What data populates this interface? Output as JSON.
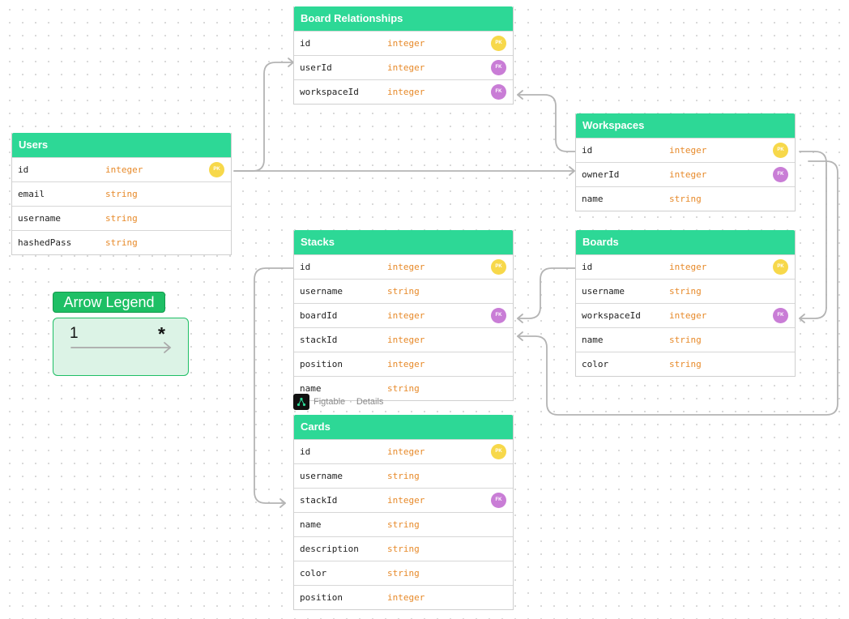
{
  "tables": {
    "users": {
      "title": "Users",
      "rows": [
        {
          "name": "id",
          "type": "integer",
          "key": "PK"
        },
        {
          "name": "email",
          "type": "string"
        },
        {
          "name": "username",
          "type": "string"
        },
        {
          "name": "hashedPass",
          "type": "string"
        }
      ]
    },
    "board_relationships": {
      "title": "Board Relationships",
      "rows": [
        {
          "name": "id",
          "type": "integer",
          "key": "PK"
        },
        {
          "name": "userId",
          "type": "integer",
          "key": "FK"
        },
        {
          "name": "workspaceId",
          "type": "integer",
          "key": "FK"
        }
      ]
    },
    "workspaces": {
      "title": "Workspaces",
      "rows": [
        {
          "name": "id",
          "type": "integer",
          "key": "PK"
        },
        {
          "name": "ownerId",
          "type": "integer",
          "key": "FK"
        },
        {
          "name": "name",
          "type": "string"
        }
      ]
    },
    "stacks": {
      "title": "Stacks",
      "rows": [
        {
          "name": "id",
          "type": "integer",
          "key": "PK"
        },
        {
          "name": "username",
          "type": "string"
        },
        {
          "name": "boardId",
          "type": "integer",
          "key": "FK"
        },
        {
          "name": "stackId",
          "type": "integer"
        },
        {
          "name": "position",
          "type": "integer"
        },
        {
          "name": "name",
          "type": "string"
        }
      ]
    },
    "boards": {
      "title": "Boards",
      "rows": [
        {
          "name": "id",
          "type": "integer",
          "key": "PK"
        },
        {
          "name": "username",
          "type": "string"
        },
        {
          "name": "workspaceId",
          "type": "integer",
          "key": "FK"
        },
        {
          "name": "name",
          "type": "string"
        },
        {
          "name": "color",
          "type": "string"
        }
      ]
    },
    "cards": {
      "title": "Cards",
      "rows": [
        {
          "name": "id",
          "type": "integer",
          "key": "PK"
        },
        {
          "name": "username",
          "type": "string"
        },
        {
          "name": "stackId",
          "type": "integer",
          "key": "FK"
        },
        {
          "name": "name",
          "type": "string"
        },
        {
          "name": "description",
          "type": "string"
        },
        {
          "name": "color",
          "type": "string"
        },
        {
          "name": "position",
          "type": "integer"
        }
      ]
    }
  },
  "legend": {
    "title": "Arrow Legend",
    "one": "1",
    "many": "*"
  },
  "figtable_bar": {
    "logo_icon": "figtable-logo-icon",
    "name": "Figtable",
    "separator": "·",
    "details": "Details"
  },
  "colors": {
    "header_green": "#2dd896",
    "type_orange": "#e78a2a",
    "pk_yellow": "#f7d84a",
    "fk_purple": "#c97dd6",
    "edge_gray": "#b4b4b4",
    "legend_green": "#1ebf65"
  }
}
